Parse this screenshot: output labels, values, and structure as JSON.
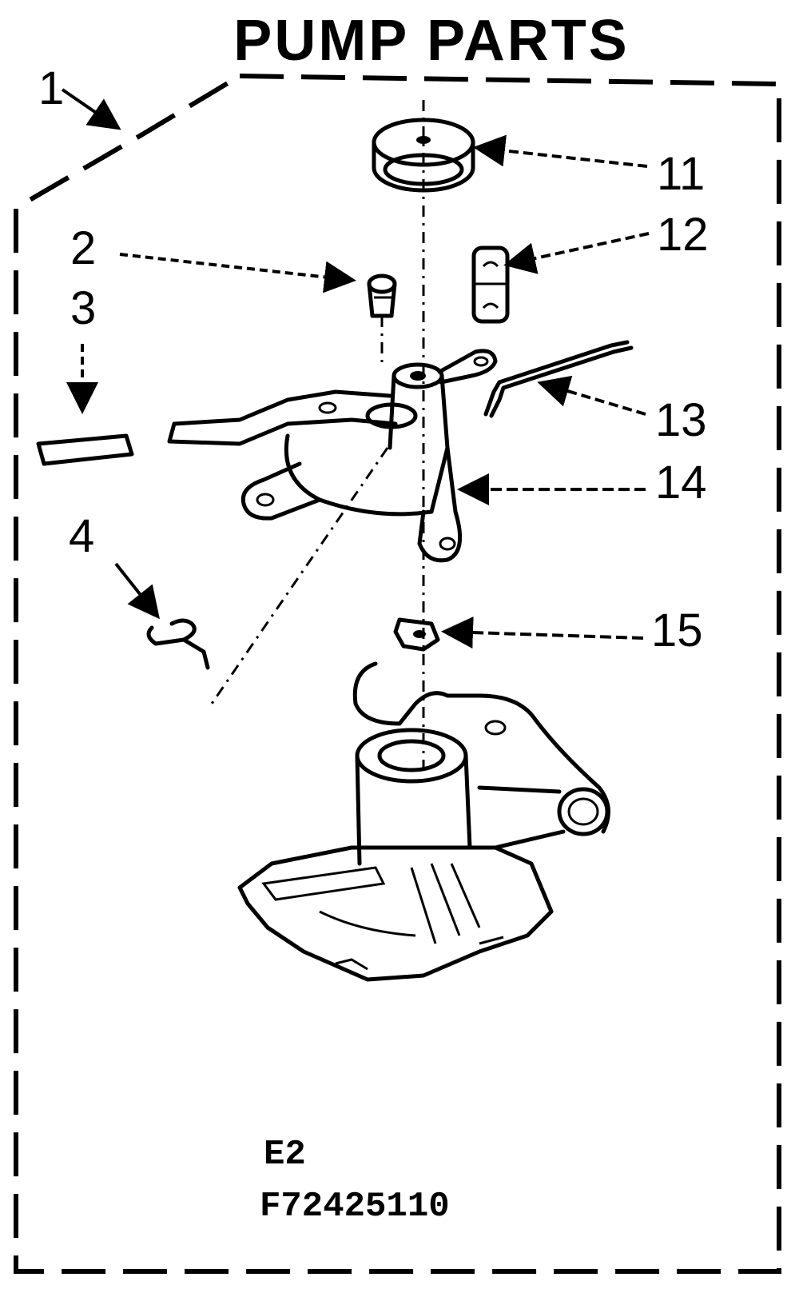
{
  "title": "PUMP PARTS",
  "callouts": {
    "c1": "1",
    "c2": "2",
    "c3": "3",
    "c4": "4",
    "c11": "11",
    "c12": "12",
    "c13": "13",
    "c14": "14",
    "c15": "15"
  },
  "figure_id": "E2",
  "part_number": "F72425110"
}
